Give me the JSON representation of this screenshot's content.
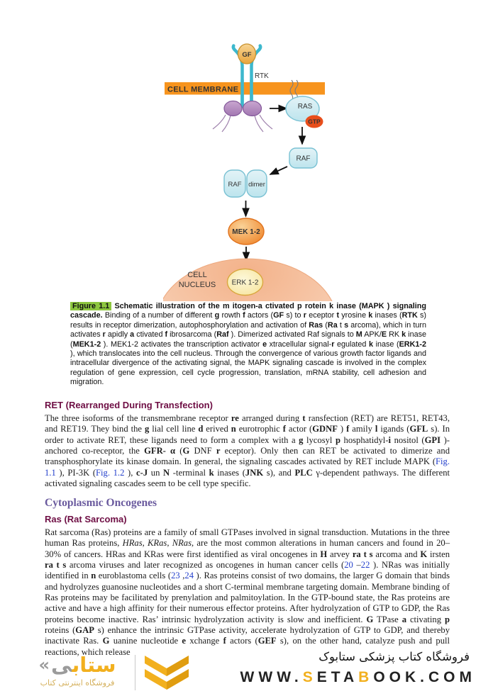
{
  "colors": {
    "accent_gold": "#f2b01e",
    "heading_maroon": "#6e0e44",
    "heading_purple": "#6a5a9e",
    "link_blue": "#2440cc",
    "figure_highlight_green": "#8dc63f",
    "membrane_orange": "#f7941e",
    "gtp_red": "#e84e1b"
  },
  "figure": {
    "diagram": {
      "gf": "GF",
      "rtk": "RTK",
      "membrane": "CELL MEMBRANE",
      "ras": "RAS",
      "gtp": "GTP",
      "raf": "RAF",
      "raf_dimer_left": "RAF",
      "raf_dimer_right": "dimer",
      "mek": "MEK 1-2",
      "erk": "ERK 1-2",
      "nucleus_line1": "CELL",
      "nucleus_line2": "NUCLEUS"
    },
    "caption_runs": [
      {
        "t": "Figure 1.1",
        "s": "fig"
      },
      {
        "t": " ",
        "s": "b"
      },
      {
        "t": "Schematic illustration of the m itogen-a ctivated p rotein k inase (MAPK ) signaling cascade.",
        "s": "b"
      },
      {
        "t": " Binding of a number of different "
      },
      {
        "t": "g",
        "s": "b"
      },
      {
        "t": " rowth "
      },
      {
        "t": "f",
        "s": "b"
      },
      {
        "t": " actors ("
      },
      {
        "t": "GF",
        "s": "b"
      },
      {
        "t": " s) to "
      },
      {
        "t": "r",
        "s": "b"
      },
      {
        "t": " eceptor "
      },
      {
        "t": "t",
        "s": "b"
      },
      {
        "t": " yrosine "
      },
      {
        "t": "k",
        "s": "b"
      },
      {
        "t": " inases ("
      },
      {
        "t": "RTK",
        "s": "b"
      },
      {
        "t": " s) results in receptor dimerization, autophosphorylation and activation of "
      },
      {
        "t": "Ras",
        "s": "b"
      },
      {
        "t": " ("
      },
      {
        "t": "Ra",
        "s": "b"
      },
      {
        "t": " t "
      },
      {
        "t": "s",
        "s": "b"
      },
      {
        "t": " arcoma), which in turn activates "
      },
      {
        "t": "r",
        "s": "b"
      },
      {
        "t": " apidly "
      },
      {
        "t": "a",
        "s": "b"
      },
      {
        "t": " ctivated "
      },
      {
        "t": "f",
        "s": "b"
      },
      {
        "t": " ibrosarcoma ("
      },
      {
        "t": "Raf",
        "s": "b"
      },
      {
        "t": " ). Dimerized activated Raf signals to "
      },
      {
        "t": "M",
        "s": "b"
      },
      {
        "t": " APK/"
      },
      {
        "t": "E",
        "s": "b"
      },
      {
        "t": " RK "
      },
      {
        "t": "k",
        "s": "b"
      },
      {
        "t": " inase ("
      },
      {
        "t": "MEK1-2",
        "s": "b"
      },
      {
        "t": " ). MEK1-2 activates the transcription activator "
      },
      {
        "t": "e",
        "s": "b"
      },
      {
        "t": " xtracellular signal-"
      },
      {
        "t": "r",
        "s": "b"
      },
      {
        "t": " egulated "
      },
      {
        "t": "k",
        "s": "b"
      },
      {
        "t": " inase ("
      },
      {
        "t": "ERK1-2",
        "s": "b"
      },
      {
        "t": " ), which translocates into the cell nucleus. Through the convergence of various growth factor ligands and intracellular divergence of the activating signal, the MAPK signaling cascade is involved in the complex regulation of gene expression, cell cycle progression, translation, mRNA stability, cell adhesion and migration."
      }
    ]
  },
  "sections": {
    "ret": {
      "heading": "RET (Rearranged During Transfection)",
      "runs": [
        {
          "t": "The three isoforms of the transmembrane receptor "
        },
        {
          "t": "re",
          "s": "b"
        },
        {
          "t": " arranged during "
        },
        {
          "t": "t",
          "s": "b"
        },
        {
          "t": " ransfection (RET) are RET51, RET43, and RET19. They bind the "
        },
        {
          "t": "g",
          "s": "b"
        },
        {
          "t": " lial cell line "
        },
        {
          "t": "d",
          "s": "b"
        },
        {
          "t": " erived "
        },
        {
          "t": "n",
          "s": "b"
        },
        {
          "t": " eurotrophic "
        },
        {
          "t": "f",
          "s": "b"
        },
        {
          "t": " actor ("
        },
        {
          "t": "GDNF",
          "s": "b"
        },
        {
          "t": " ) "
        },
        {
          "t": "f",
          "s": "b"
        },
        {
          "t": " amily "
        },
        {
          "t": "l",
          "s": "b"
        },
        {
          "t": " igands ("
        },
        {
          "t": "GFL",
          "s": "b"
        },
        {
          "t": " s). In order to activate RET, these ligands need to form a complex with a "
        },
        {
          "t": "g",
          "s": "b"
        },
        {
          "t": " lycosyl "
        },
        {
          "t": "p",
          "s": "b"
        },
        {
          "t": " hosphatidyl-"
        },
        {
          "t": "i",
          "s": "b"
        },
        {
          "t": " nositol ("
        },
        {
          "t": "GPI",
          "s": "b"
        },
        {
          "t": " )-anchored co-receptor, the "
        },
        {
          "t": "GFR- α",
          "s": "b"
        },
        {
          "t": " ("
        },
        {
          "t": "G",
          "s": "b"
        },
        {
          "t": " DNF "
        },
        {
          "t": "r",
          "s": "b"
        },
        {
          "t": " eceptor). Only then can RET be activated to dimerize and transphosphorylate its kinase domain. In general, the signaling cascades activated by RET include MAPK ("
        },
        {
          "t": "Fig. 1.1",
          "s": "link"
        },
        {
          "t": " ), PI-3K ("
        },
        {
          "t": "Fig. 1.2",
          "s": "link"
        },
        {
          "t": " ), "
        },
        {
          "t": "c-J",
          "s": "b"
        },
        {
          "t": " un "
        },
        {
          "t": "N",
          "s": "b"
        },
        {
          "t": " -terminal "
        },
        {
          "t": "k",
          "s": "b"
        },
        {
          "t": " inases ("
        },
        {
          "t": "JNK",
          "s": "b"
        },
        {
          "t": " s), and "
        },
        {
          "t": "PLC",
          "s": "b"
        },
        {
          "t": " γ-dependent pathways. The different activated signaling cascades seem to be cell type specific."
        }
      ]
    },
    "cytoplasmic": {
      "heading": "Cytoplasmic Oncogenes"
    },
    "ras": {
      "heading": "Ras (Rat Sarcoma)",
      "runs": [
        {
          "t": "Rat sarcoma (Ras) proteins are a family of small GTPases involved in signal transduction. Mutations in the three human Ras proteins, "
        },
        {
          "t": "HRas, KRas, NRas,",
          "s": "i"
        },
        {
          "t": " are the most common alterations in human cancers and found in 20–30% of cancers. HRas and KRas were first identified as viral oncogenes in "
        },
        {
          "t": "H",
          "s": "b"
        },
        {
          "t": " arvey "
        },
        {
          "t": "ra t s",
          "s": "b"
        },
        {
          "t": " arcoma and "
        },
        {
          "t": "K",
          "s": "b"
        },
        {
          "t": " irsten "
        },
        {
          "t": "ra t s",
          "s": "b"
        },
        {
          "t": " arcoma viruses and later recognized as oncogenes in human cancer cells ("
        },
        {
          "t": "20",
          "s": "link"
        },
        {
          "t": " –"
        },
        {
          "t": "22",
          "s": "link"
        },
        {
          "t": " ). NRas was initially identified in "
        },
        {
          "t": "n",
          "s": "b"
        },
        {
          "t": " euroblastoma cells ("
        },
        {
          "t": "23",
          "s": "link"
        },
        {
          "t": " ,"
        },
        {
          "t": "24",
          "s": "link"
        },
        {
          "t": " ). Ras proteins consist of two domains, the larger G domain that binds and hydrolyzes guanosine nucleotides and a short C-terminal membrane targeting domain. Membrane binding of Ras proteins may be facilitated by prenylation and palmitoylation. In the GTP-bound state, the Ras proteins are active and have a high affinity for their numerous effector proteins. After hydrolyzation of GTP to GDP, the Ras proteins become inactive. Ras’ intrinsic hydrolyzation activity is slow and inefficient. "
        },
        {
          "t": "G",
          "s": "b"
        },
        {
          "t": " TPase "
        },
        {
          "t": "a",
          "s": "b"
        },
        {
          "t": " ctivating "
        },
        {
          "t": "p",
          "s": "b"
        },
        {
          "t": " roteins ("
        },
        {
          "t": "GAP",
          "s": "b"
        },
        {
          "t": " s) enhance the intrinsic GTPase activity, accelerate hydrolyzation of GTP to GDP, and thereby inactivate Ras. "
        },
        {
          "t": "G",
          "s": "b"
        },
        {
          "t": " uanine nucleotide "
        },
        {
          "t": "e",
          "s": "b"
        },
        {
          "t": " xchange "
        },
        {
          "t": "f",
          "s": "b"
        },
        {
          "t": " actors ("
        },
        {
          "t": "GEF",
          "s": "b"
        },
        {
          "t": " s), on the other hand, catalyze push and pull reactions, which release"
        }
      ]
    }
  },
  "footer": {
    "logo_prefix": "«",
    "logo_word_gray": "ی",
    "logo_word_gold": "ستاب",
    "logo_tagline": "فروشگاه اینترنتی کتاب",
    "persian_title": "فروشگاه کتاب پزشکی ستابوک",
    "url_runs": [
      {
        "t": "WWW."
      },
      {
        "t": "S",
        "s": "gold"
      },
      {
        "t": "ETA"
      },
      {
        "t": "B",
        "s": "gold"
      },
      {
        "t": "OOK.COM"
      }
    ]
  }
}
